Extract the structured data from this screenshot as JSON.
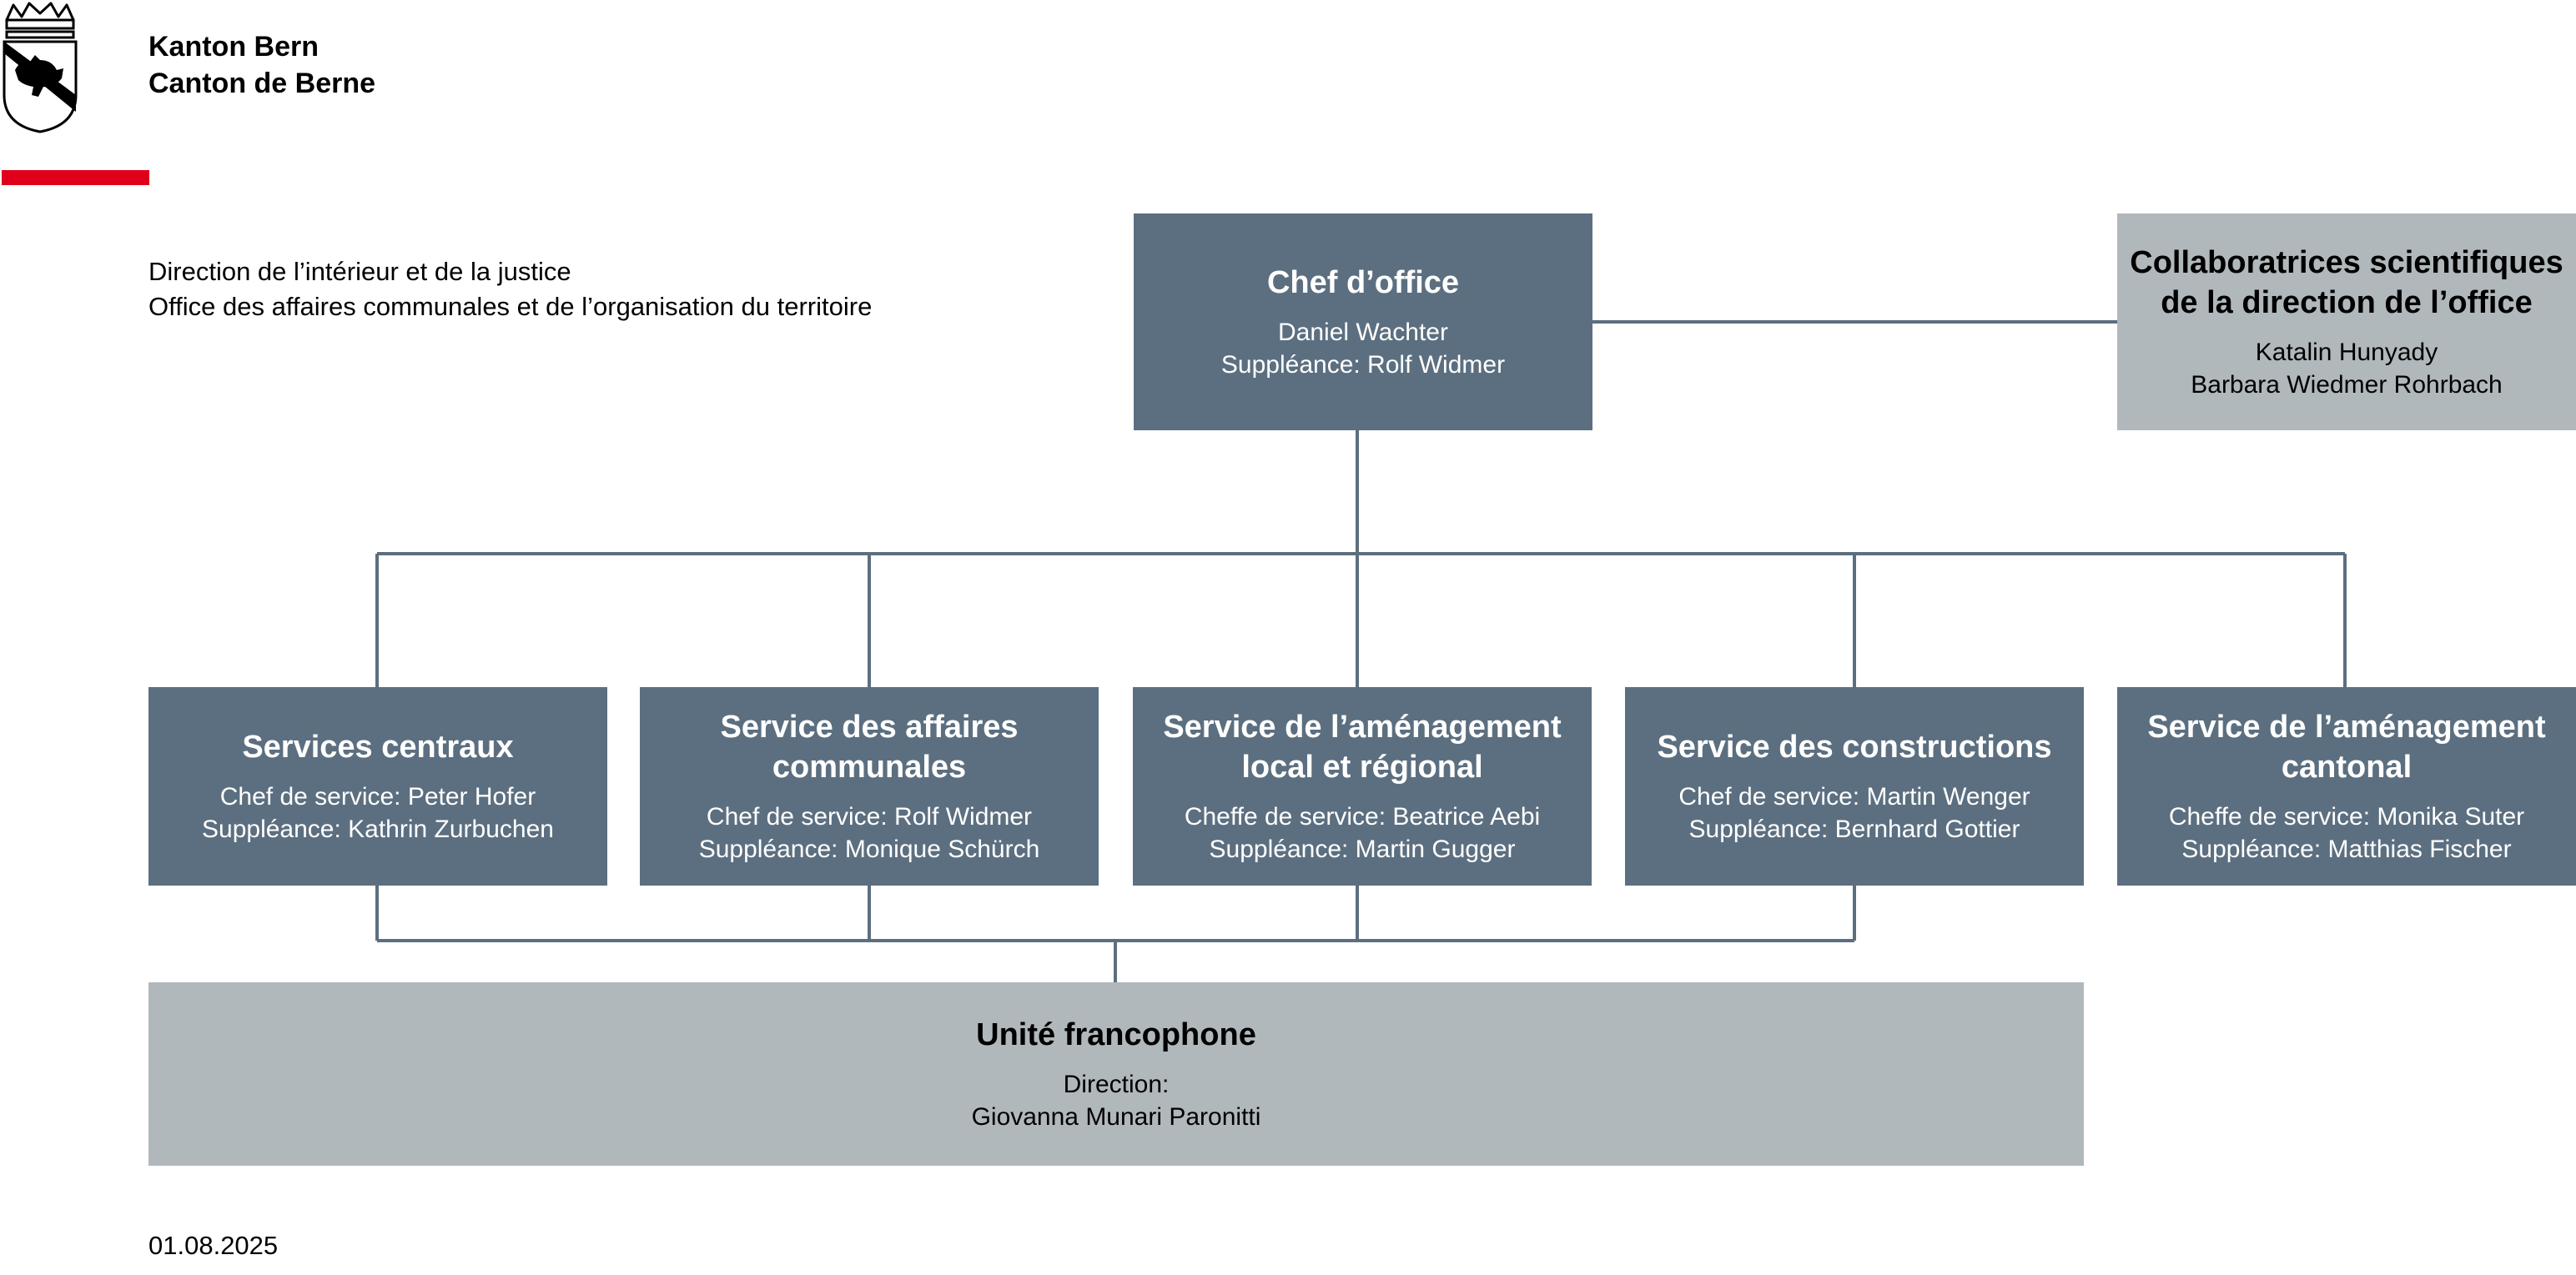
{
  "header": {
    "line1": "Kanton Bern",
    "line2": "Canton de Berne",
    "crest_icon": "bern-bear-crest-icon",
    "accent_color": "#e1001b"
  },
  "subtitle": {
    "line1": "Direction de l’intérieur et de la justice",
    "line2": "Office des affaires communales et de l’organisation du territoire"
  },
  "colors": {
    "box_dark": "#5c6f80",
    "box_light": "#b1b8bc",
    "connector": "#5c6f80"
  },
  "org": {
    "head": {
      "title": "Chef d’office",
      "lines": [
        "Daniel Wachter",
        "Suppléance: Rolf Widmer"
      ]
    },
    "staff": {
      "title": "Collaboratrices scientifiques de la direction de l’office",
      "lines": [
        "Katalin Hunyady",
        "Barbara Wiedmer Rohrbach"
      ]
    },
    "services": [
      {
        "title": "Services centraux",
        "lines": [
          "Chef de service: Peter Hofer",
          "Suppléance: Kathrin Zurbuchen"
        ]
      },
      {
        "title": "Service des affaires communales",
        "lines": [
          "Chef de service: Rolf Widmer",
          "Suppléance: Monique Schürch"
        ]
      },
      {
        "title": "Service de l’aménagement local et régional",
        "lines": [
          "Cheffe de service: Beatrice Aebi",
          "Suppléance: Martin Gugger"
        ]
      },
      {
        "title": "Service des constructions",
        "lines": [
          "Chef de service: Martin Wenger",
          "Suppléance: Bernhard Gottier"
        ]
      },
      {
        "title": "Service de l’aménagement cantonal",
        "lines": [
          "Cheffe de service: Monika Suter",
          "Suppléance: Matthias Fischer"
        ]
      }
    ],
    "unit": {
      "title": "Unité francophone",
      "lines": [
        "Direction:",
        "Giovanna Munari Paronitti"
      ]
    }
  },
  "footer": {
    "date": "01.08.2025"
  }
}
